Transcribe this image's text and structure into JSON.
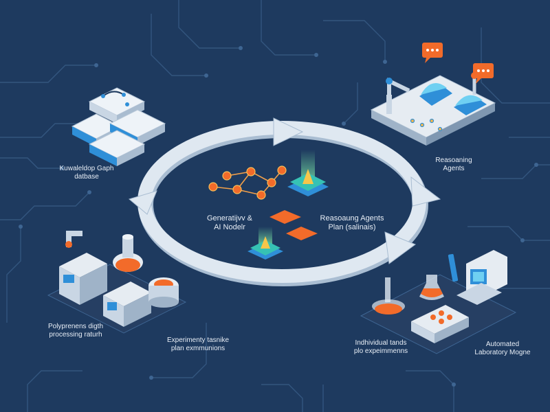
{
  "labels": {
    "knowledge_graph": "Kuwaleldop Gaph\ndatbase",
    "reasoning_agents": "Reasoaning\nAgents",
    "generative_ai": "Generatijvv &\nAI Nodelr",
    "reasoning_plans": "Reasoaung Agents\nPlan (salinais)",
    "polymer_processing": "Polyprenens digth\nprocessing raturh",
    "experiment_plans": "Experimenty tasnike\nplan exmmunions",
    "automated_lab": "Automated\nLaboratory Mogne",
    "individual_plans": "Indhividual tands\nplo expeimmenns"
  },
  "colors": {
    "background": "#1e3a5f",
    "circuit": "#33567f",
    "arrow": "#dfe8f1",
    "arrow_shade": "#a9bdd2",
    "accent_orange": "#f26b2a",
    "accent_blue": "#2f8fd8",
    "accent_teal": "#36c2b4",
    "panel": "#e6ecf2",
    "panel_dark": "#263f63",
    "label_text": "#e8eef6"
  },
  "icons": {
    "knowledge_graph": "server-stack-icon",
    "reasoning_agents": "robot-arm-workstation-icon",
    "generative_ai": "node-graph-icon",
    "reasoning_plans": "glowing-chip-icon",
    "polymer_processing": "reactor-machine-icon",
    "automated_lab": "lab-flask-workstation-icon",
    "chat_bubbles": "chat-bubble-icon"
  }
}
